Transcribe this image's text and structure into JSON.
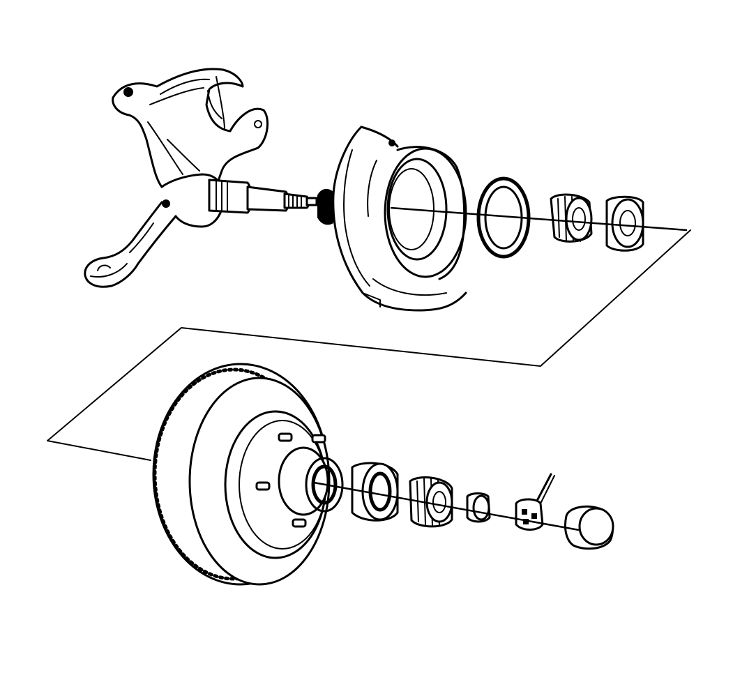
{
  "figure": {
    "ink_color": "#000000",
    "background_color": "#ffffff",
    "upper_assembly": {
      "components": [
        {
          "id": "steering-knuckle",
          "icon": "steering-knuckle-icon"
        },
        {
          "id": "splash-shield",
          "icon": "splash-shield-icon"
        },
        {
          "id": "grease-seal",
          "icon": "grease-seal-icon"
        },
        {
          "id": "inner-bearing-cone",
          "icon": "bearing-cone-icon"
        },
        {
          "id": "inner-bearing-cup",
          "icon": "bearing-cup-icon"
        }
      ]
    },
    "lower_assembly": {
      "components": [
        {
          "id": "hub-and-rotor",
          "icon": "hub-rotor-icon"
        },
        {
          "id": "outer-bearing-cup",
          "icon": "bearing-cup-icon"
        },
        {
          "id": "outer-bearing-cone",
          "icon": "bearing-cone-icon"
        },
        {
          "id": "washer",
          "icon": "washer-icon"
        },
        {
          "id": "spindle-nut",
          "icon": "castle-nut-icon"
        },
        {
          "id": "cotter-pin",
          "icon": "cotter-pin-icon"
        },
        {
          "id": "dust-cap",
          "icon": "dust-cap-icon"
        }
      ]
    }
  }
}
